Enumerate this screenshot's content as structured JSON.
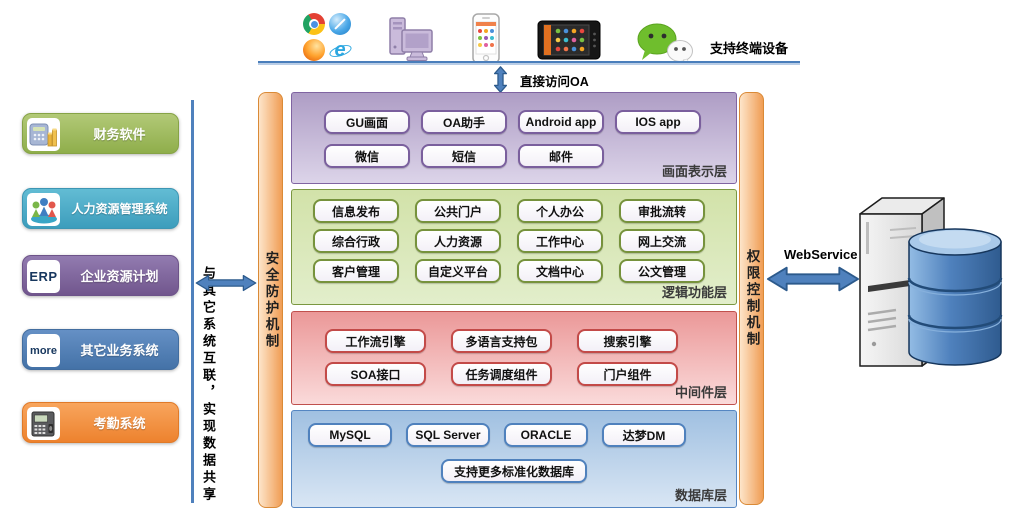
{
  "terminals": {
    "caption": "支持终端设备",
    "icons": [
      "chrome",
      "safari",
      "firefox",
      "ie",
      "desktop-pc",
      "smartphone",
      "tablet",
      "wechat"
    ]
  },
  "oa_access": {
    "label": "直接访问OA"
  },
  "external_systems": {
    "note": "与其它系统互联，实现数据共享",
    "items": [
      {
        "label": "财务软件",
        "icon": "calculator-coins",
        "color": "#9bbb59"
      },
      {
        "label": "人力资源管理系统",
        "icon": "people-group",
        "color": "#4bacc6"
      },
      {
        "label": "企业资源计划",
        "badge": "ERP",
        "color": "#8064a2"
      },
      {
        "label": "其它业务系统",
        "badge": "more",
        "color": "#4f81bd"
      },
      {
        "label": "考勤系统",
        "icon": "attendance-terminal",
        "color": "#f79646"
      }
    ]
  },
  "security_bar": {
    "label": "安全防护机制"
  },
  "permission_bar": {
    "label": "权限控制机制"
  },
  "webservice": {
    "label": "WebService"
  },
  "layers": {
    "presentation": {
      "title": "画面表示层",
      "items": [
        "GU画面",
        "OA助手",
        "Android app",
        "IOS app",
        "微信",
        "短信",
        "邮件"
      ]
    },
    "logic": {
      "title": "逻辑功能层",
      "items": [
        "信息发布",
        "公共门户",
        "个人办公",
        "审批流转",
        "综合行政",
        "人力资源",
        "工作中心",
        "网上交流",
        "客户管理",
        "自定义平台",
        "文档中心",
        "公文管理"
      ]
    },
    "middleware": {
      "title": "中间件层",
      "items": [
        "工作流引擎",
        "多语言支持包",
        "搜索引擎",
        "SOA接口",
        "任务调度组件",
        "门户组件"
      ]
    },
    "database": {
      "title": "数据库层",
      "items": [
        "MySQL",
        "SQL Server",
        "ORACLE",
        "达梦DM",
        "支持更多标准化数据库"
      ]
    }
  },
  "palette": {
    "arrow_blue": "#4f81bd",
    "line_blue": "#4a7ebb",
    "mechanism_bar_orange": "#f09d54",
    "presentation_purple": "#b3a2c7",
    "logic_green": "#d6e6ae",
    "middleware_red": "#f2a7a7",
    "database_blue": "#c6d9f1"
  }
}
